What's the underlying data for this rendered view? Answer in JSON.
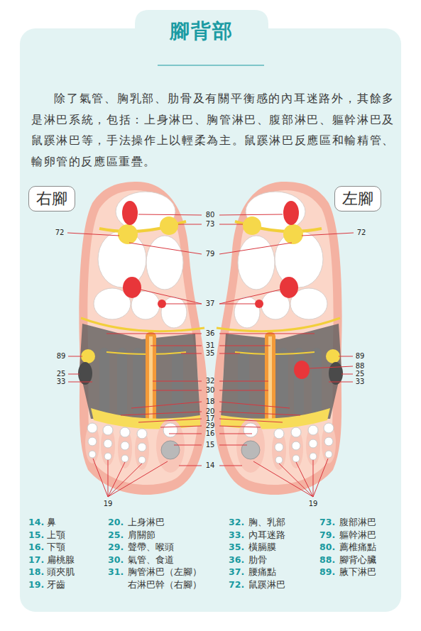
{
  "diagram": {
    "title": "腳背部",
    "nodes": [
      {
        "text": [
          "右腳"
        ]
      },
      {
        "text": [
          "左腳"
        ]
      }
    ],
    "labels": [
      "除了氣管、胸乳部、肋骨及有關平衡感的內耳迷路外，其餘多是淋巴系統，包括：上身淋巴、胸管淋巴、腹部淋巴、軀幹淋巴及鼠蹊淋巴等，手法操作上以輕柔為主。鼠蹊淋巴反應區和輸精管、輸卵管的反應區重疊。",
      "80",
      "73",
      "72",
      "72",
      "79",
      "37",
      "36",
      "31",
      "35",
      "89",
      "89",
      "88",
      "25",
      "25",
      "33",
      "33",
      "32",
      "30",
      "18",
      "20",
      "17",
      "29",
      "16",
      "15",
      "14",
      "19",
      "19",
      "14.",
      "鼻",
      "15.",
      "上顎",
      "16.",
      "下顎",
      "17.",
      "扁桃腺",
      "18.",
      "頭夾肌",
      "19.",
      "牙齒",
      "20.",
      "上身淋巴",
      "25.",
      "肩關節",
      "29.",
      "聲帶、喉頭",
      "30.",
      "氣管、食道",
      "31.",
      "胸管淋巴（左腳）",
      "右淋巴幹（右腳）",
      "32.",
      "胸、乳部",
      "33.",
      "內耳迷路",
      "35.",
      "橫膈膜",
      "36.",
      "肋骨",
      "37.",
      "腰痛點",
      "72.",
      "鼠蹊淋巴",
      "73.",
      "腹部淋巴",
      "79.",
      "軀幹淋巴",
      "80.",
      "薦椎痛點",
      "88.",
      "腳背心臟",
      "89.",
      "腋下淋巴"
    ]
  }
}
